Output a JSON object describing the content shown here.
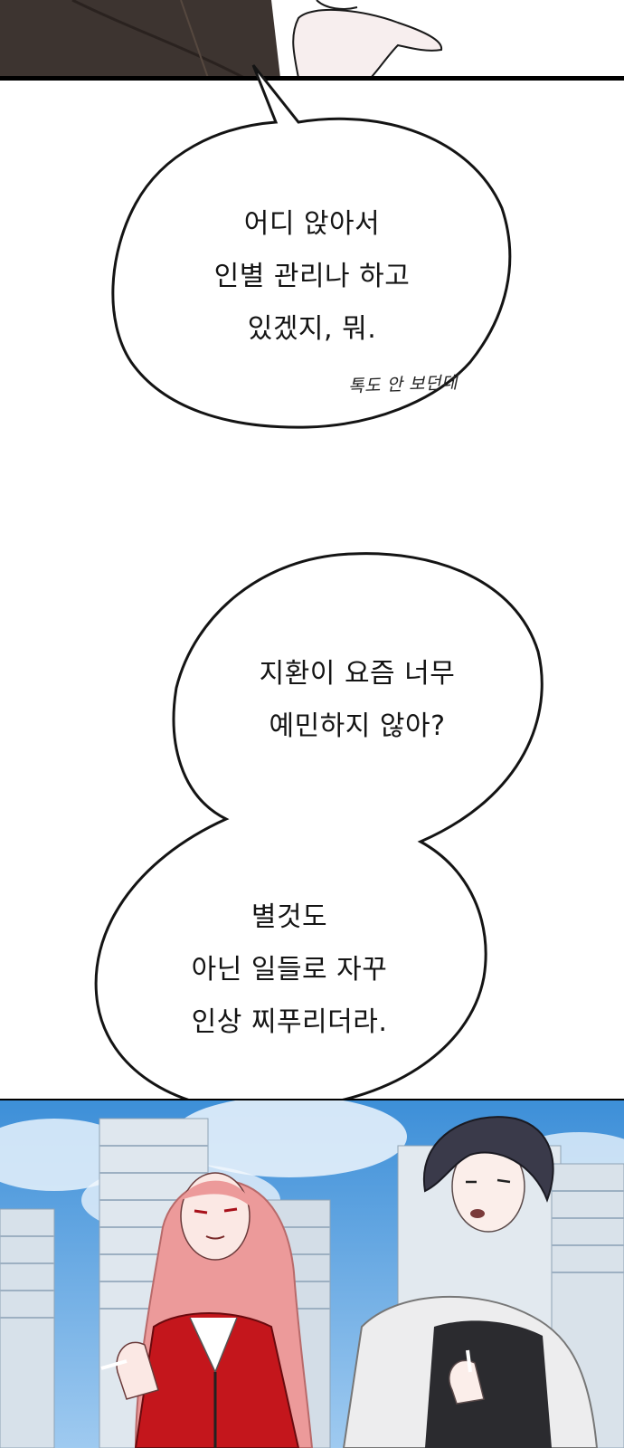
{
  "bubbles": {
    "first": {
      "text": "어디 앉아서\n인별 관리나 하고\n있겠지, 뭐.",
      "sfx": "톡도 안 보던데"
    },
    "second": {
      "text": "지환이 요즘 너무\n예민하지 않아?"
    },
    "third": {
      "text": "별것도\n아닌 일들로 자꾸\n인상 찌푸리더라."
    }
  },
  "colors": {
    "panel_border": "#000000",
    "sky": "#3d8fd8",
    "jacket": "#c4161c",
    "pink_hair": "#ec9a9a",
    "dark_hair": "#3a3a4a",
    "coat_brown": "#3d3430"
  }
}
